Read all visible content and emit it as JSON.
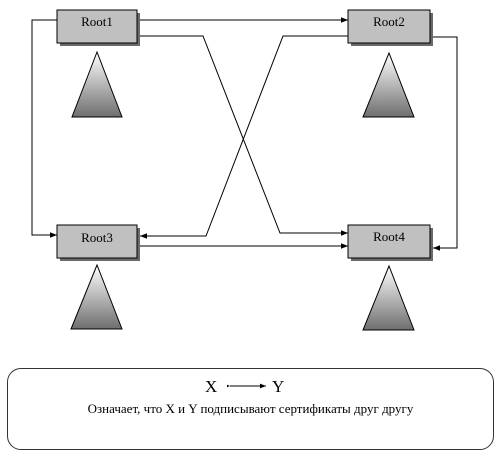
{
  "nodes": [
    {
      "id": "root1",
      "label": "Root1"
    },
    {
      "id": "root2",
      "label": "Root2"
    },
    {
      "id": "root3",
      "label": "Root3"
    },
    {
      "id": "root4",
      "label": "Root4"
    }
  ],
  "edges": [
    {
      "from": "root1",
      "to": "root2",
      "type": "bidirectional"
    },
    {
      "from": "root3",
      "to": "root4",
      "type": "bidirectional"
    },
    {
      "from": "root1",
      "to": "root3",
      "type": "bidirectional"
    },
    {
      "from": "root2",
      "to": "root4",
      "type": "bidirectional"
    },
    {
      "from": "root1",
      "to": "root4",
      "type": "bidirectional"
    },
    {
      "from": "root2",
      "to": "root3",
      "type": "bidirectional"
    }
  ],
  "legend": {
    "x": "X",
    "y": "Y",
    "text": "Означает, что X  и Y подписывают сертификаты друг другу"
  },
  "colors": {
    "box_fill": "#c0c0c0",
    "box_shadow": "#6a6a6a",
    "line": "#000000",
    "triangle_top": "#ffffff",
    "triangle_bottom": "#6e6e6e"
  }
}
